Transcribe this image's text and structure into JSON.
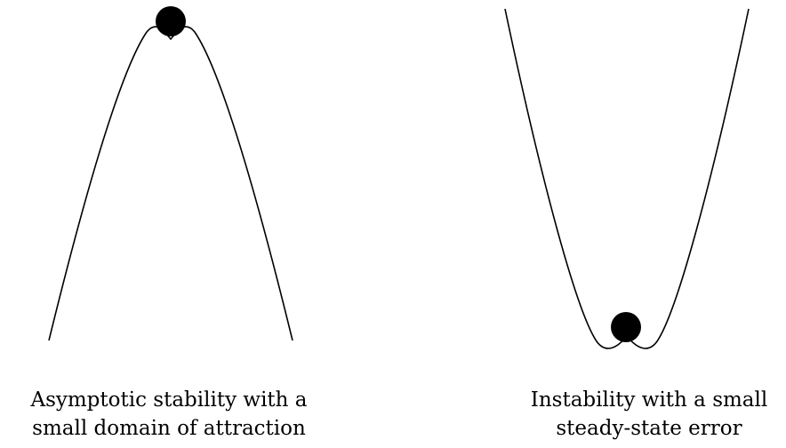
{
  "panels": [
    {
      "caption_line1": "Asymptotic stability with a",
      "caption_line2": "small domain of attraction"
    },
    {
      "caption_line1": "Instability with a small",
      "caption_line2": "steady-state error"
    }
  ],
  "colors": {
    "curve": "#000000",
    "ball": "#000000",
    "background": "#ffffff"
  }
}
